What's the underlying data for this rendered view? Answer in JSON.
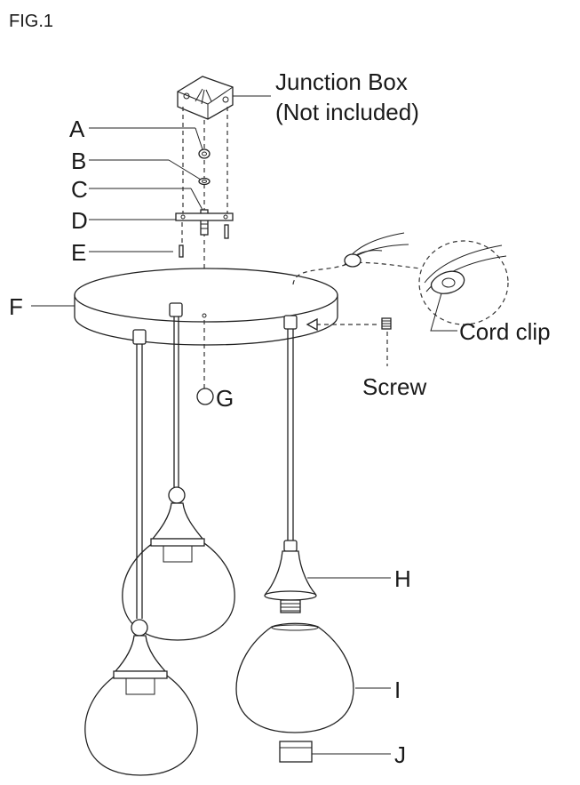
{
  "figure_title": "FIG.1",
  "labels": {
    "junction_box_line1": "Junction Box",
    "junction_box_line2": "(Not included)",
    "A": "A",
    "B": "B",
    "C": "C",
    "D": "D",
    "E": "E",
    "F": "F",
    "G": "G",
    "H": "H",
    "I": "I",
    "J": "J",
    "screw": "Screw",
    "cord_clip": "Cord clip"
  }
}
